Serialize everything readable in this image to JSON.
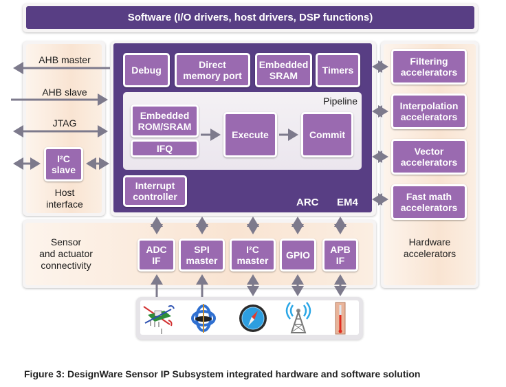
{
  "software_bar": {
    "label": "Software (I/O drivers, host drivers, DSP functions)"
  },
  "host_interface": {
    "title": "Host\ninterface",
    "signals": [
      {
        "label": "AHB master",
        "direction": "out"
      },
      {
        "label": "AHB slave",
        "direction": "in"
      },
      {
        "label": "JTAG",
        "direction": "bidirectional"
      }
    ],
    "i2c_slave": "I²C\nslave"
  },
  "core": {
    "name_arc": "ARC",
    "name_em4": "EM4",
    "top_blocks": [
      "Debug",
      "Direct\nmemory port",
      "Embedded\nSRAM",
      "Timers"
    ],
    "pipeline": {
      "label": "Pipeline",
      "stages": [
        "Embedded\nROM/SRAM",
        "IFQ",
        "Execute",
        "Commit"
      ]
    },
    "interrupt_controller": "Interrupt\ncontroller"
  },
  "hardware_accelerators": {
    "title": "Hardware\naccelerators",
    "blocks": [
      "Filtering\naccelerators",
      "Interpolation\naccelerators",
      "Vector\naccelerators",
      "Fast math\naccelerators"
    ]
  },
  "sensor_connectivity": {
    "title": "Sensor\nand actuator\nconnectivity",
    "blocks": [
      "ADC\nIF",
      "SPI\nmaster",
      "I²C\nmaster",
      "GPIO",
      "APB\nIF"
    ]
  },
  "sensors": [
    {
      "icon": "accelerometer-icon"
    },
    {
      "icon": "gyroscope-icon"
    },
    {
      "icon": "compass-icon"
    },
    {
      "icon": "antenna-tower-icon"
    },
    {
      "icon": "thermometer-icon"
    }
  ],
  "caption": "Figure 3: DesignWare Sensor IP Subsystem integrated hardware and software solution",
  "colors": {
    "core_purple": "#583e84",
    "block_purple": "#9a6ab0",
    "arrow_gray": "#7d7a8c",
    "peach": "#f9e4d2"
  }
}
